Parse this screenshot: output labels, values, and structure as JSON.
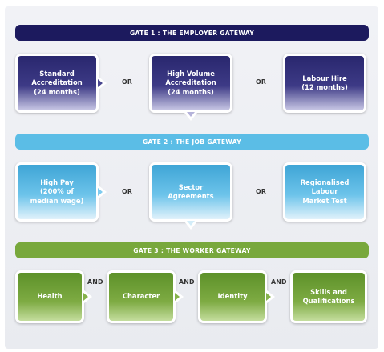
{
  "gates": [
    {
      "title": "GATE 1 : THE EMPLOYER GATEWAY",
      "color": "#1c1a5e",
      "options": [
        "Standard\nAccreditation\n(24 months)",
        "High Volume\nAccreditation\n(24 months)",
        "Labour Hire\n(12 months)"
      ],
      "connectors": [
        "OR",
        "OR"
      ]
    },
    {
      "title": "GATE 2 : THE JOB GATEWAY",
      "color": "#5bbde6",
      "options": [
        "High Pay\n(200% of\nmedian wage)",
        "Sector\nAgreements",
        "Regionalised\nLabour\nMarket Test"
      ],
      "connectors": [
        "OR",
        "OR"
      ]
    },
    {
      "title": "GATE 3 : THE WORKER GATEWAY",
      "color": "#78a83c",
      "options": [
        "Health",
        "Character",
        "Identity",
        "Skills and\nQualifications"
      ],
      "connectors": [
        "AND",
        "AND",
        "AND"
      ]
    }
  ]
}
